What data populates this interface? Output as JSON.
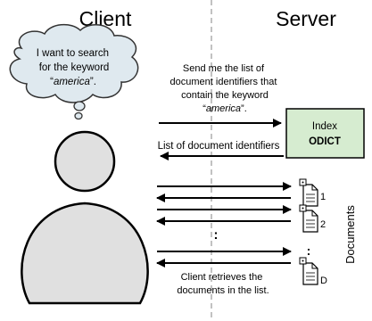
{
  "headers": {
    "client": "Client",
    "server": "Server"
  },
  "thought": {
    "line1": "I want to search",
    "line2": "for the keyword",
    "quote_open": "“",
    "keyword": "america",
    "quote_close": "”."
  },
  "request": {
    "line1": "Send me the list of",
    "line2": "document identifiers that",
    "line3": "contain the keyword",
    "quote_open": "“",
    "keyword": "america",
    "quote_close": "”."
  },
  "response_label": "List of document identifiers",
  "index_box": {
    "line1": "Index",
    "line2": "ODICT"
  },
  "dots_label": ":",
  "retrieval": {
    "line1": "Client retrieves the",
    "line2": "documents in the list."
  },
  "documents": {
    "title": "Documents",
    "items": [
      {
        "label": "1"
      },
      {
        "label": "2"
      },
      {
        "label": ":"
      },
      {
        "label": "D"
      }
    ]
  },
  "colors": {
    "index_fill": "#d6ecd0",
    "cloud_fill": "#dfe9ef",
    "person_fill": "#e0e0e0",
    "divider": "#999999"
  }
}
